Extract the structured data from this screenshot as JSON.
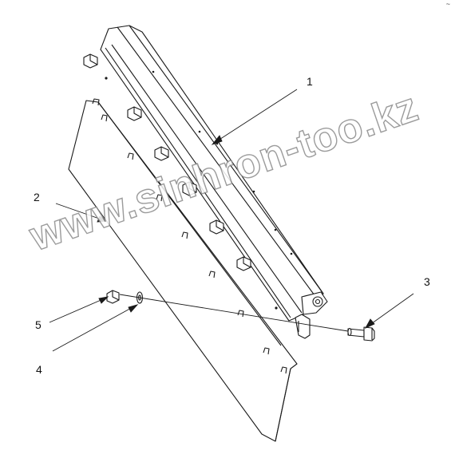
{
  "watermark": "www.sinhron-too.kz",
  "corner_mark": "~",
  "callouts": [
    {
      "id": "1",
      "label": "1"
    },
    {
      "id": "2",
      "label": "2"
    },
    {
      "id": "3",
      "label": "3"
    },
    {
      "id": "4",
      "label": "4"
    },
    {
      "id": "5",
      "label": "5"
    }
  ],
  "colors": {
    "line": "#1a1a1a",
    "fill": "#ffffff",
    "shade": "#d9d9d9"
  }
}
